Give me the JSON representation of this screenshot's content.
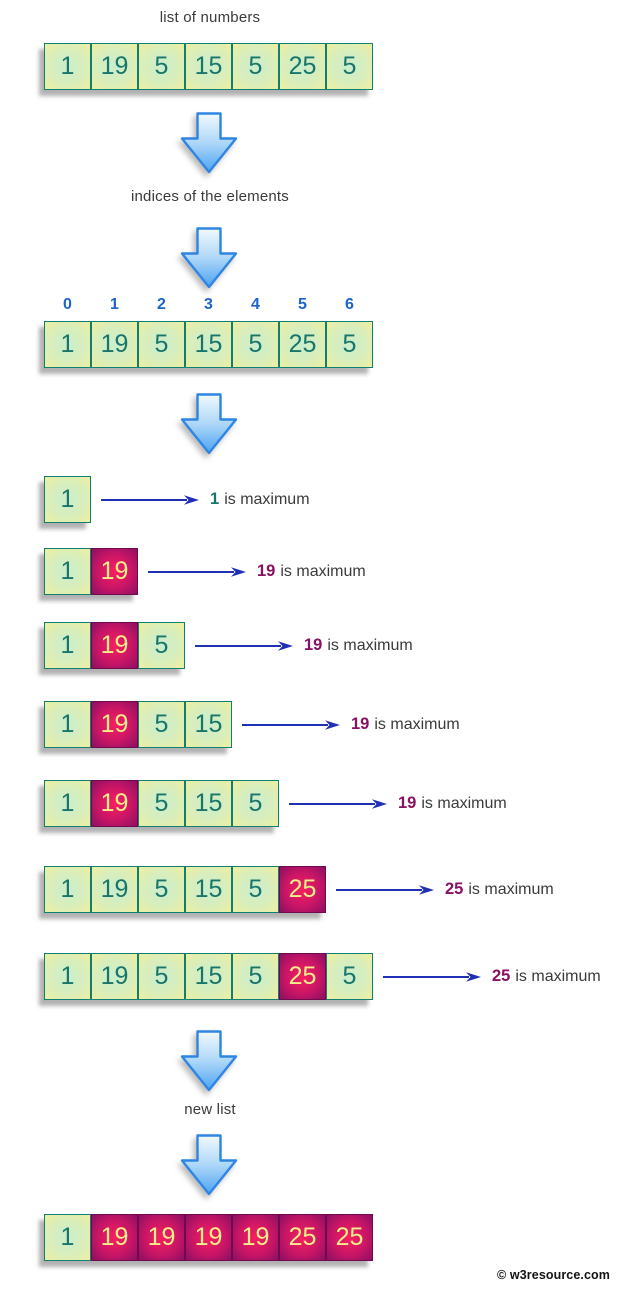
{
  "title": "list of numbers",
  "captions": {
    "indices": "indices of the elements",
    "new_list": "new list"
  },
  "labels": {
    "max_suffix": "is maximum"
  },
  "credit": "© w3resource.com",
  "original_list": [
    1,
    19,
    5,
    15,
    5,
    25,
    5
  ],
  "indices": [
    0,
    1,
    2,
    3,
    4,
    5,
    6
  ],
  "steps": [
    {
      "cells": [
        1
      ],
      "highlight_index": -1,
      "max": 1,
      "max_color": "#17756b"
    },
    {
      "cells": [
        1,
        19
      ],
      "highlight_index": 1,
      "max": 19,
      "max_color": "#8a1062"
    },
    {
      "cells": [
        1,
        19,
        5
      ],
      "highlight_index": 1,
      "max": 19,
      "max_color": "#8a1062"
    },
    {
      "cells": [
        1,
        19,
        5,
        15
      ],
      "highlight_index": 1,
      "max": 19,
      "max_color": "#8a1062"
    },
    {
      "cells": [
        1,
        19,
        5,
        15,
        5
      ],
      "highlight_index": 1,
      "max": 19,
      "max_color": "#8a1062"
    },
    {
      "cells": [
        1,
        19,
        5,
        15,
        5,
        25
      ],
      "highlight_index": 5,
      "max": 25,
      "max_color": "#8a1062"
    },
    {
      "cells": [
        1,
        19,
        5,
        15,
        5,
        25,
        5
      ],
      "highlight_index": 5,
      "max": 25,
      "max_color": "#8a1062"
    }
  ],
  "new_list": {
    "values": [
      1,
      19,
      19,
      19,
      19,
      25,
      25
    ],
    "highlighted": [
      false,
      true,
      true,
      true,
      true,
      true,
      true
    ]
  },
  "colors": {
    "cell_border": "#0d8073",
    "cell_text": "#17756b",
    "cell_bg_center": "#c9eecd",
    "cell_bg_edge": "#eeefa0",
    "hl_border": "#70094e",
    "hl_text": "#f3ee8a",
    "hl_bg_center": "#f6205f",
    "hl_bg_edge": "#8c0f62",
    "index_blue": "#1b64c8",
    "arrow_blue": "#2030b4",
    "big_arrow_fill_top": "#f2f9ff",
    "big_arrow_fill_mid": "#aed7f8",
    "big_arrow_fill_bottom": "#4da3f2",
    "big_arrow_stroke": "#2f86e2",
    "label_text": "#3a3a3a"
  }
}
